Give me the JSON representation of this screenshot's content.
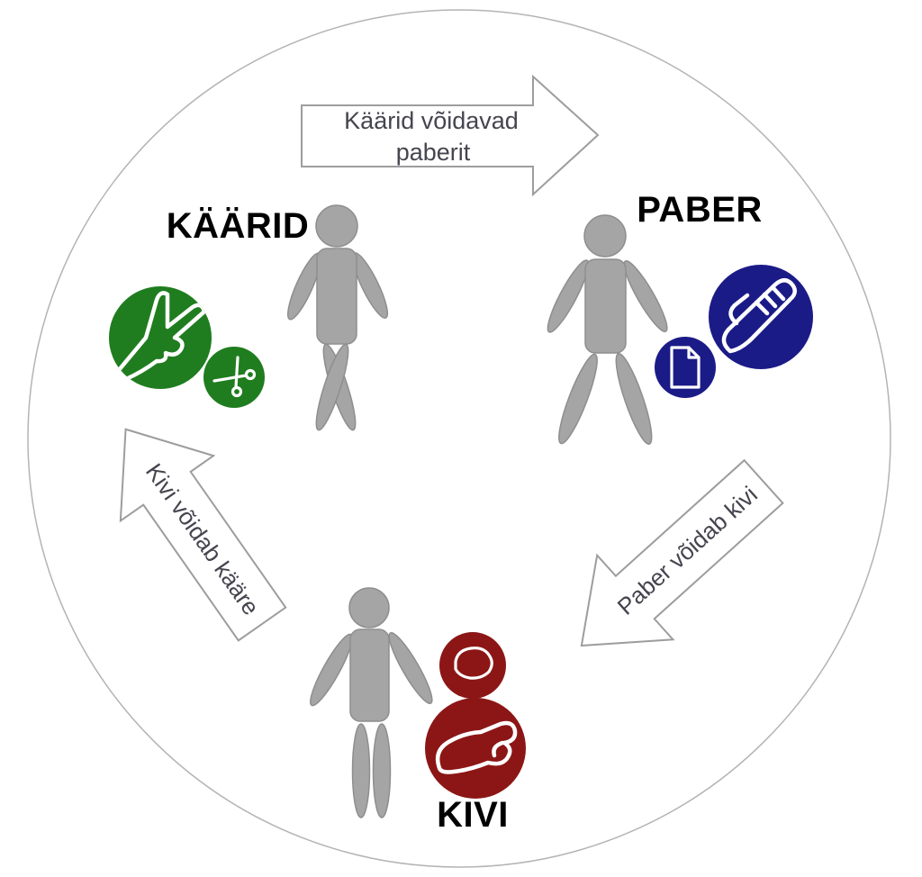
{
  "colors": {
    "scissors_green": "#1f7d1f",
    "paper_blue": "#1b1b88",
    "rock_red": "#8c1616",
    "person_gray": "#a5a5a5",
    "node_label": "#000000",
    "arrow_label": "#45454f"
  },
  "nodes": {
    "scissors": {
      "label": "KÄÄRID",
      "hand_icon": "v-sign-hand",
      "item_icon": "scissors"
    },
    "paper": {
      "label": "PABER",
      "hand_icon": "flat-hand",
      "item_icon": "paper-sheet"
    },
    "rock": {
      "label": "KIVI",
      "hand_icon": "fist-hand",
      "item_icon": "stone"
    }
  },
  "arrows": {
    "scissors_beats_paper": {
      "label_line1": "Käärid võidavad",
      "label_line2": "paberit"
    },
    "paper_beats_rock": {
      "label": "Paber võidab kivi"
    },
    "rock_beats_scissors": {
      "label": "Kivi võidab kääre"
    }
  }
}
